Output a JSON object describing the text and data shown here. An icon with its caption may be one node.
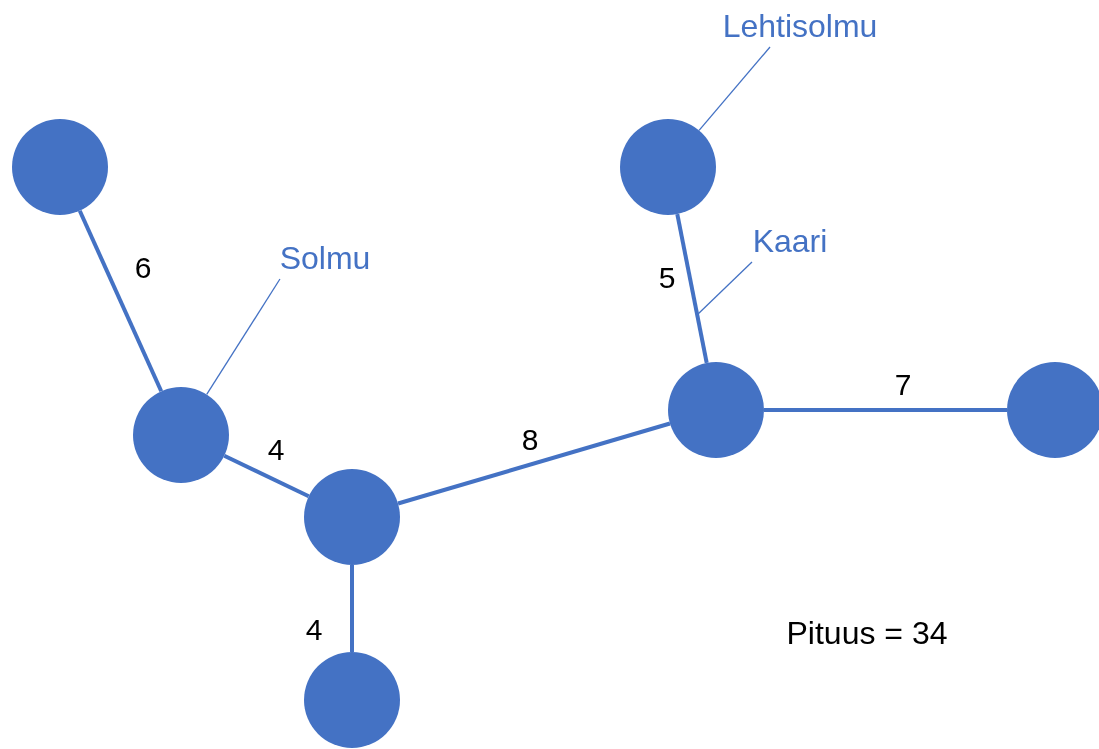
{
  "diagram": {
    "nodes": [
      {
        "text": [
          "Lehtisolmu"
        ]
      },
      {
        "text": [],
        "shape": "circle"
      },
      {
        "text": [],
        "shape": "circle"
      },
      {
        "text": [
          "Kaari"
        ]
      },
      {
        "text": [
          "Solmu"
        ]
      },
      {
        "text": [],
        "shape": "circle"
      },
      {
        "text": [],
        "shape": "circle"
      },
      {
        "text": [],
        "shape": "circle"
      },
      {
        "text": [],
        "shape": "circle"
      },
      {
        "text": [],
        "shape": "circle"
      }
    ],
    "edges": [
      {
        "from": 1,
        "to": 7,
        "arrow": "none",
        "label": "6"
      },
      {
        "from": 7,
        "to": 8,
        "arrow": "none",
        "label": "4"
      },
      {
        "from": 8,
        "to": 5,
        "arrow": "none",
        "label": "8"
      },
      {
        "from": 2,
        "to": 5,
        "arrow": "none",
        "label": "5"
      },
      {
        "from": 5,
        "to": 6,
        "arrow": "none",
        "label": "7"
      },
      {
        "from": 8,
        "to": 9,
        "arrow": "none",
        "label": "4"
      },
      {
        "from": 0,
        "to": 2,
        "arrow": "none"
      },
      {
        "from": 4,
        "to": 7,
        "arrow": "none"
      },
      {
        "from": 3,
        "to": null,
        "arrow": "none"
      }
    ],
    "labels": [
      "Pituus = 34"
    ]
  }
}
